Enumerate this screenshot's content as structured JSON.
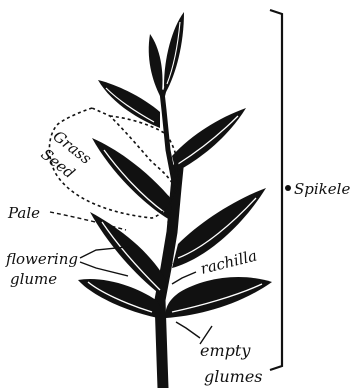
{
  "diagram": {
    "labels": {
      "grass": "Grass",
      "seed": "Seed",
      "pale": "Pale",
      "flowering_1": "flowering",
      "flowering_2": "glume",
      "rachilla": "rachilla",
      "spikelet": "Spikele",
      "empty_1": "empty",
      "empty_2": "glumes"
    }
  },
  "colors": {
    "ink": "#111111",
    "paper": "#ffffff"
  }
}
